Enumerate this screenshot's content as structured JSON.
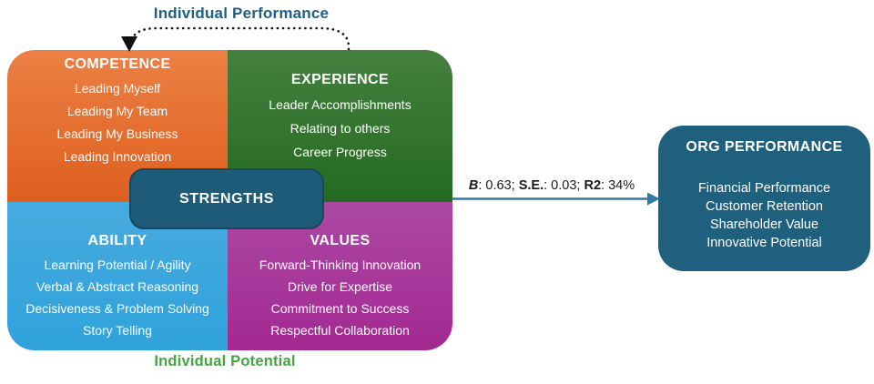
{
  "diagram": {
    "top_label": {
      "text": "Individual Performance",
      "color": "#1E5F87"
    },
    "bottom_label": {
      "text": "Individual Potential",
      "color": "#43A640"
    },
    "quadrants": [
      {
        "title": "COMPETENCE",
        "color_top": "#ED8045",
        "color_bottom": "#DD5F1E",
        "items": [
          "Leading Myself",
          "Leading My Team",
          "Leading My Business",
          "Leading Innovation"
        ]
      },
      {
        "title": "EXPERIENCE",
        "color_top": "#45803F",
        "color_bottom": "#256A22",
        "items": [
          "Leader Accomplishments",
          "Relating to others",
          "Career Progress"
        ]
      },
      {
        "title": "ABILITY",
        "color_top": "#47ABDF",
        "color_bottom": "#2FA2DB",
        "items": [
          "Learning Potential / Agility",
          "Verbal & Abstract Reasoning",
          "Decisiveness & Problem Solving",
          "Story Telling"
        ]
      },
      {
        "title": "VALUES",
        "color_top": "#AC48A4",
        "color_bottom": "#A32991",
        "items": [
          "Forward-Thinking Innovation",
          "Drive for Expertise",
          "Commitment to Success",
          "Respectful Collaboration"
        ]
      }
    ],
    "strengths_box": {
      "title": "STRENGTHS",
      "color": "#1E5B79"
    },
    "arrow_stats": {
      "arrow_color": "#2F79A5",
      "segments": [
        {
          "text": "B",
          "style": "bold-italic"
        },
        {
          "text": ": 0.63; ",
          "style": "regular"
        },
        {
          "text": "S.E.",
          "style": "bold"
        },
        {
          "text": ": 0.03; ",
          "style": "regular"
        },
        {
          "text": "R2",
          "style": "bold"
        },
        {
          "text": ": 34%",
          "style": "regular"
        }
      ]
    },
    "org_performance": {
      "title": "ORG PERFORMANCE",
      "color": "#20607F",
      "items": [
        "Financial Performance",
        "Customer Retention",
        "Shareholder Value",
        "Innovative Potential"
      ]
    }
  }
}
